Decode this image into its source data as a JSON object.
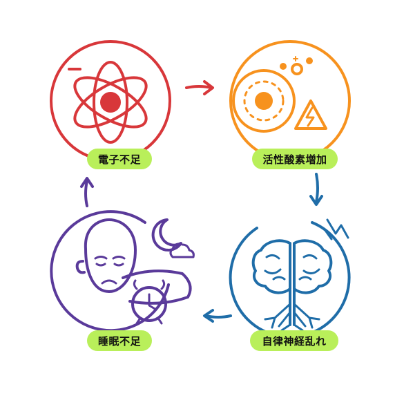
{
  "colors": {
    "red": "#d8373a",
    "orange": "#f7921e",
    "blue": "#1f6da8",
    "purple": "#5a3a9a",
    "badge": "#b9ef5a"
  },
  "nodes": [
    {
      "id": "electron",
      "label": "電子不足",
      "icon": "atom-icon",
      "color": "#d8373a"
    },
    {
      "id": "ros",
      "label": "活性酸素増加",
      "icon": "cell-warning-icon",
      "color": "#f7921e"
    },
    {
      "id": "autonomic",
      "label": "自律神経乱れ",
      "icon": "brain-lightning-icon",
      "color": "#1f6da8"
    },
    {
      "id": "sleep",
      "label": "睡眠不足",
      "icon": "tired-face-alarm-icon",
      "color": "#5a3a9a"
    }
  ],
  "arrows": [
    {
      "from": "electron",
      "to": "ros",
      "color": "#d8373a"
    },
    {
      "from": "ros",
      "to": "autonomic",
      "color": "#1f6da8"
    },
    {
      "from": "autonomic",
      "to": "sleep",
      "color": "#1f6da8"
    },
    {
      "from": "sleep",
      "to": "electron",
      "color": "#5a3a9a"
    }
  ]
}
